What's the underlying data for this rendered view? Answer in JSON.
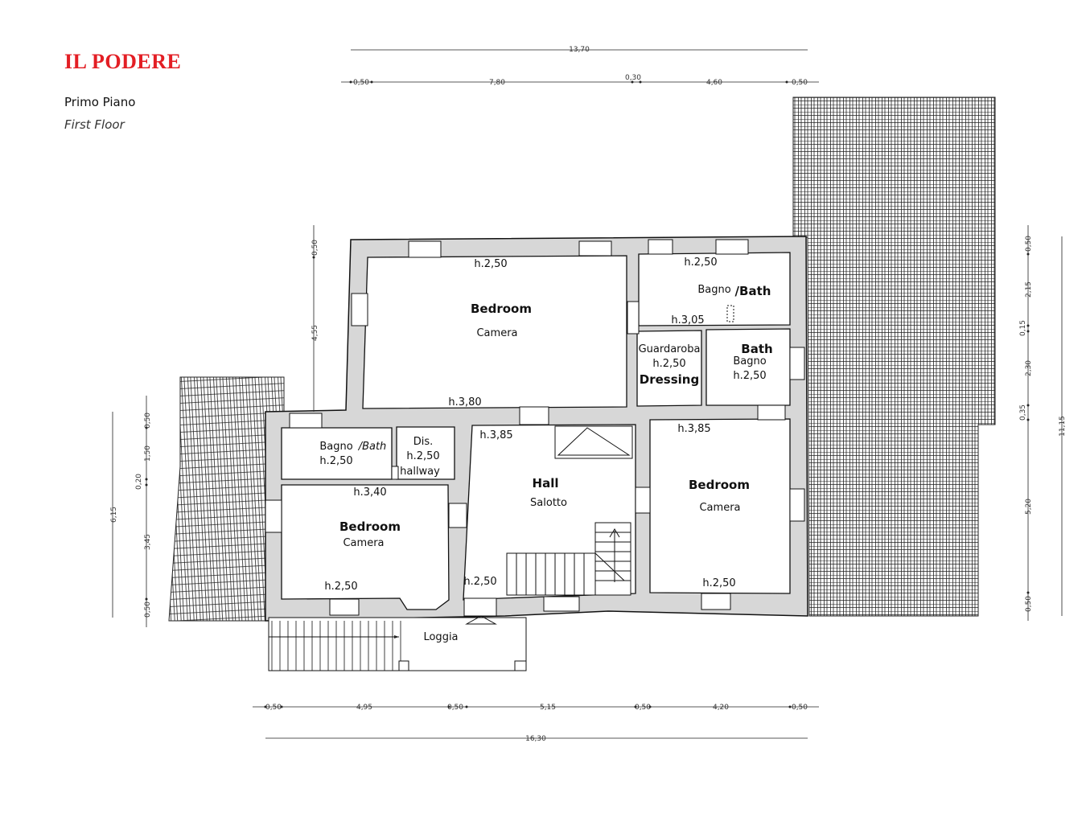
{
  "header": {
    "title": "IL PODERE",
    "floor_it": "Primo Piano",
    "floor_en": "First Floor"
  },
  "dimensions": {
    "top_total": "13,70",
    "top_parts": [
      "0,50",
      "7,80",
      "0,30",
      "4,60",
      "0,50"
    ],
    "bottom_parts": [
      "0,50",
      "4,95",
      "0,50",
      "5,15",
      "0,50",
      "4,20",
      "0,50"
    ],
    "bottom_total": "16,30",
    "left_upper": [
      "0,50",
      "4,55"
    ],
    "left_parts": [
      "0,50",
      "1,50",
      "0,20",
      "3,45",
      "0,50"
    ],
    "left_total": "6,15",
    "right_parts": [
      "0,50",
      "2,15",
      "0,15",
      "2,30",
      "0,35",
      "5,20",
      "0,50"
    ],
    "right_total": "11,15"
  },
  "rooms": {
    "bedroom_top": {
      "en": "Bedroom",
      "it": "Camera",
      "h_top": "h.2,50",
      "h_bottom": "h.3,80"
    },
    "bath_top": {
      "it": "Bagno",
      "en": "/Bath",
      "h_top": "h.2,50",
      "h_bottom": "h.3,05"
    },
    "dressing": {
      "it": "Guardaroba",
      "h": "h.2,50",
      "en": "Dressing"
    },
    "bath_mid": {
      "en": "Bath",
      "it": "Bagno",
      "h": "h.2,50"
    },
    "bath_left": {
      "it": "Bagno",
      "en": "/Bath",
      "h": "h.2,50"
    },
    "dis": {
      "it": "Dis.",
      "h": "h.2,50",
      "en": "hallway"
    },
    "bedroom_left": {
      "en": "Bedroom",
      "it": "Camera",
      "h_top": "h.3,40",
      "h_bottom": "h.2,50"
    },
    "hall": {
      "en": "Hall",
      "it": "Salotto",
      "h_top": "h.3,85",
      "h_bottom": "h.2,50"
    },
    "bedroom_right": {
      "en": "Bedroom",
      "it": "Camera",
      "h_top": "h.3,85",
      "h_bottom": "h.2,50"
    },
    "loggia": {
      "it": "Loggia"
    }
  }
}
